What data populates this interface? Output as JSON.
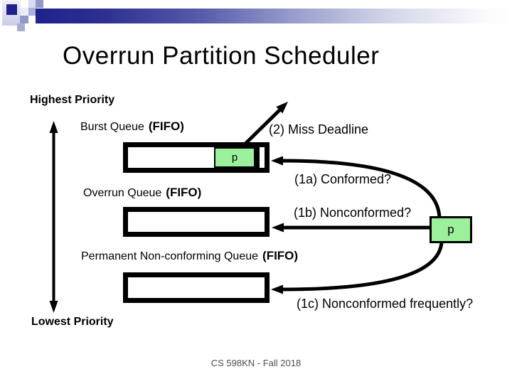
{
  "slide": {
    "title": "Overrun Partition Scheduler",
    "footer": "CS 598KN - Fall 2018"
  },
  "priority_axis": {
    "highest": "Highest Priority",
    "lowest": "Lowest Priority"
  },
  "queues": {
    "burst": {
      "name": "Burst Queue",
      "policy": "(FIFO)"
    },
    "overrun": {
      "name": "Overrun Queue",
      "policy": "(FIFO)"
    },
    "permanent": {
      "name": "Permanent Non-conforming Queue",
      "policy": "(FIFO)"
    }
  },
  "transitions": {
    "miss_deadline": "(2) Miss Deadline",
    "conformed": "(1a) Conformed?",
    "nonconformed": "(1b) Nonconformed?",
    "nonconformed_frequently": "(1c) Nonconformed frequently?"
  },
  "partition": {
    "label": "p"
  },
  "colors": {
    "partition_green": "#9cf09c",
    "theme_navy": "#1f218c"
  }
}
